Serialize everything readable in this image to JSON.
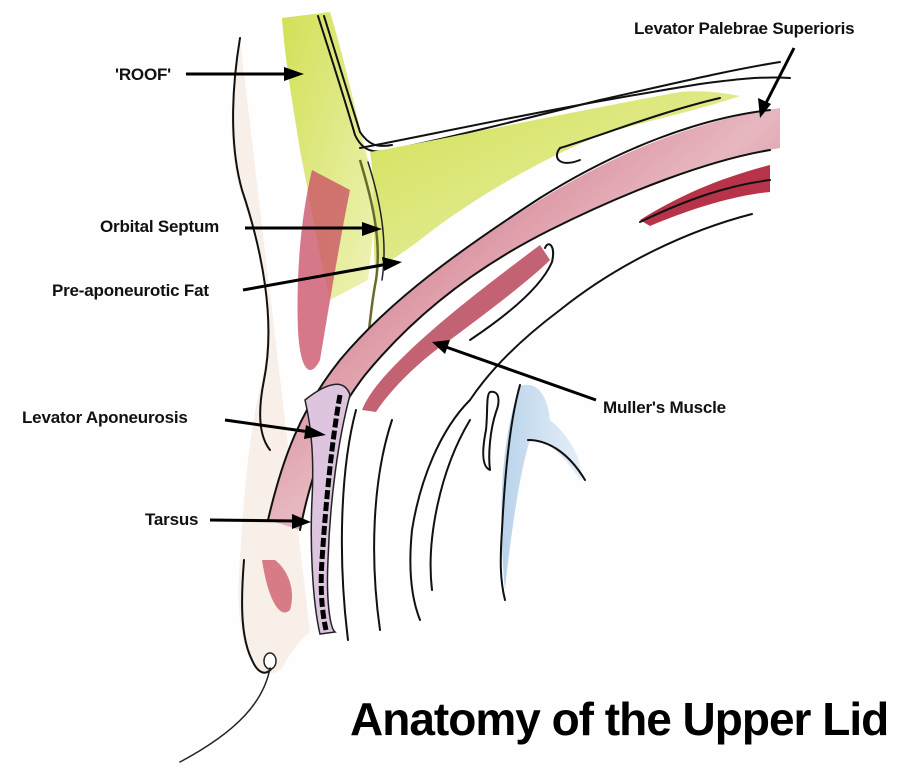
{
  "title": "Anatomy of the Upper Lid",
  "labels": {
    "roof": "'ROOF'",
    "orbital_septum": "Orbital Septum",
    "pre_aponeurotic_fat": "Pre-aponeurotic Fat",
    "levator_aponeurosis": "Levator Aponeurosis",
    "tarsus": "Tarsus",
    "muller_muscle": "Muller's Muscle",
    "levator_palebrae_superioris": "Levator Palebrae Superioris"
  },
  "colors": {
    "fat": "#d6e35a",
    "fat_light": "#e8efa0",
    "muscle": "#b8384f",
    "muscle_light": "#e9b8c0",
    "tarsus": "#d9c3dc",
    "cornea": "#c9dcec",
    "skin": "#f6eee6",
    "ink": "#111111"
  }
}
